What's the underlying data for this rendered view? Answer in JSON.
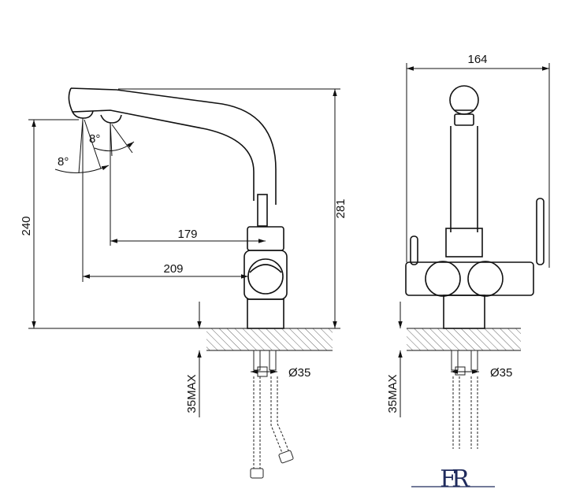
{
  "dimensions": {
    "front": {
      "angle_a": "8°",
      "angle_b": "8°",
      "height_total": "240",
      "height_spout": "281",
      "reach_short": "179",
      "reach_long": "209",
      "hole_diameter": "Ø35",
      "counter_max": "35MAX"
    },
    "side": {
      "width": "164",
      "hole_diameter": "Ø35",
      "counter_max": "35MAX"
    }
  },
  "logo": {
    "text": "FR"
  }
}
